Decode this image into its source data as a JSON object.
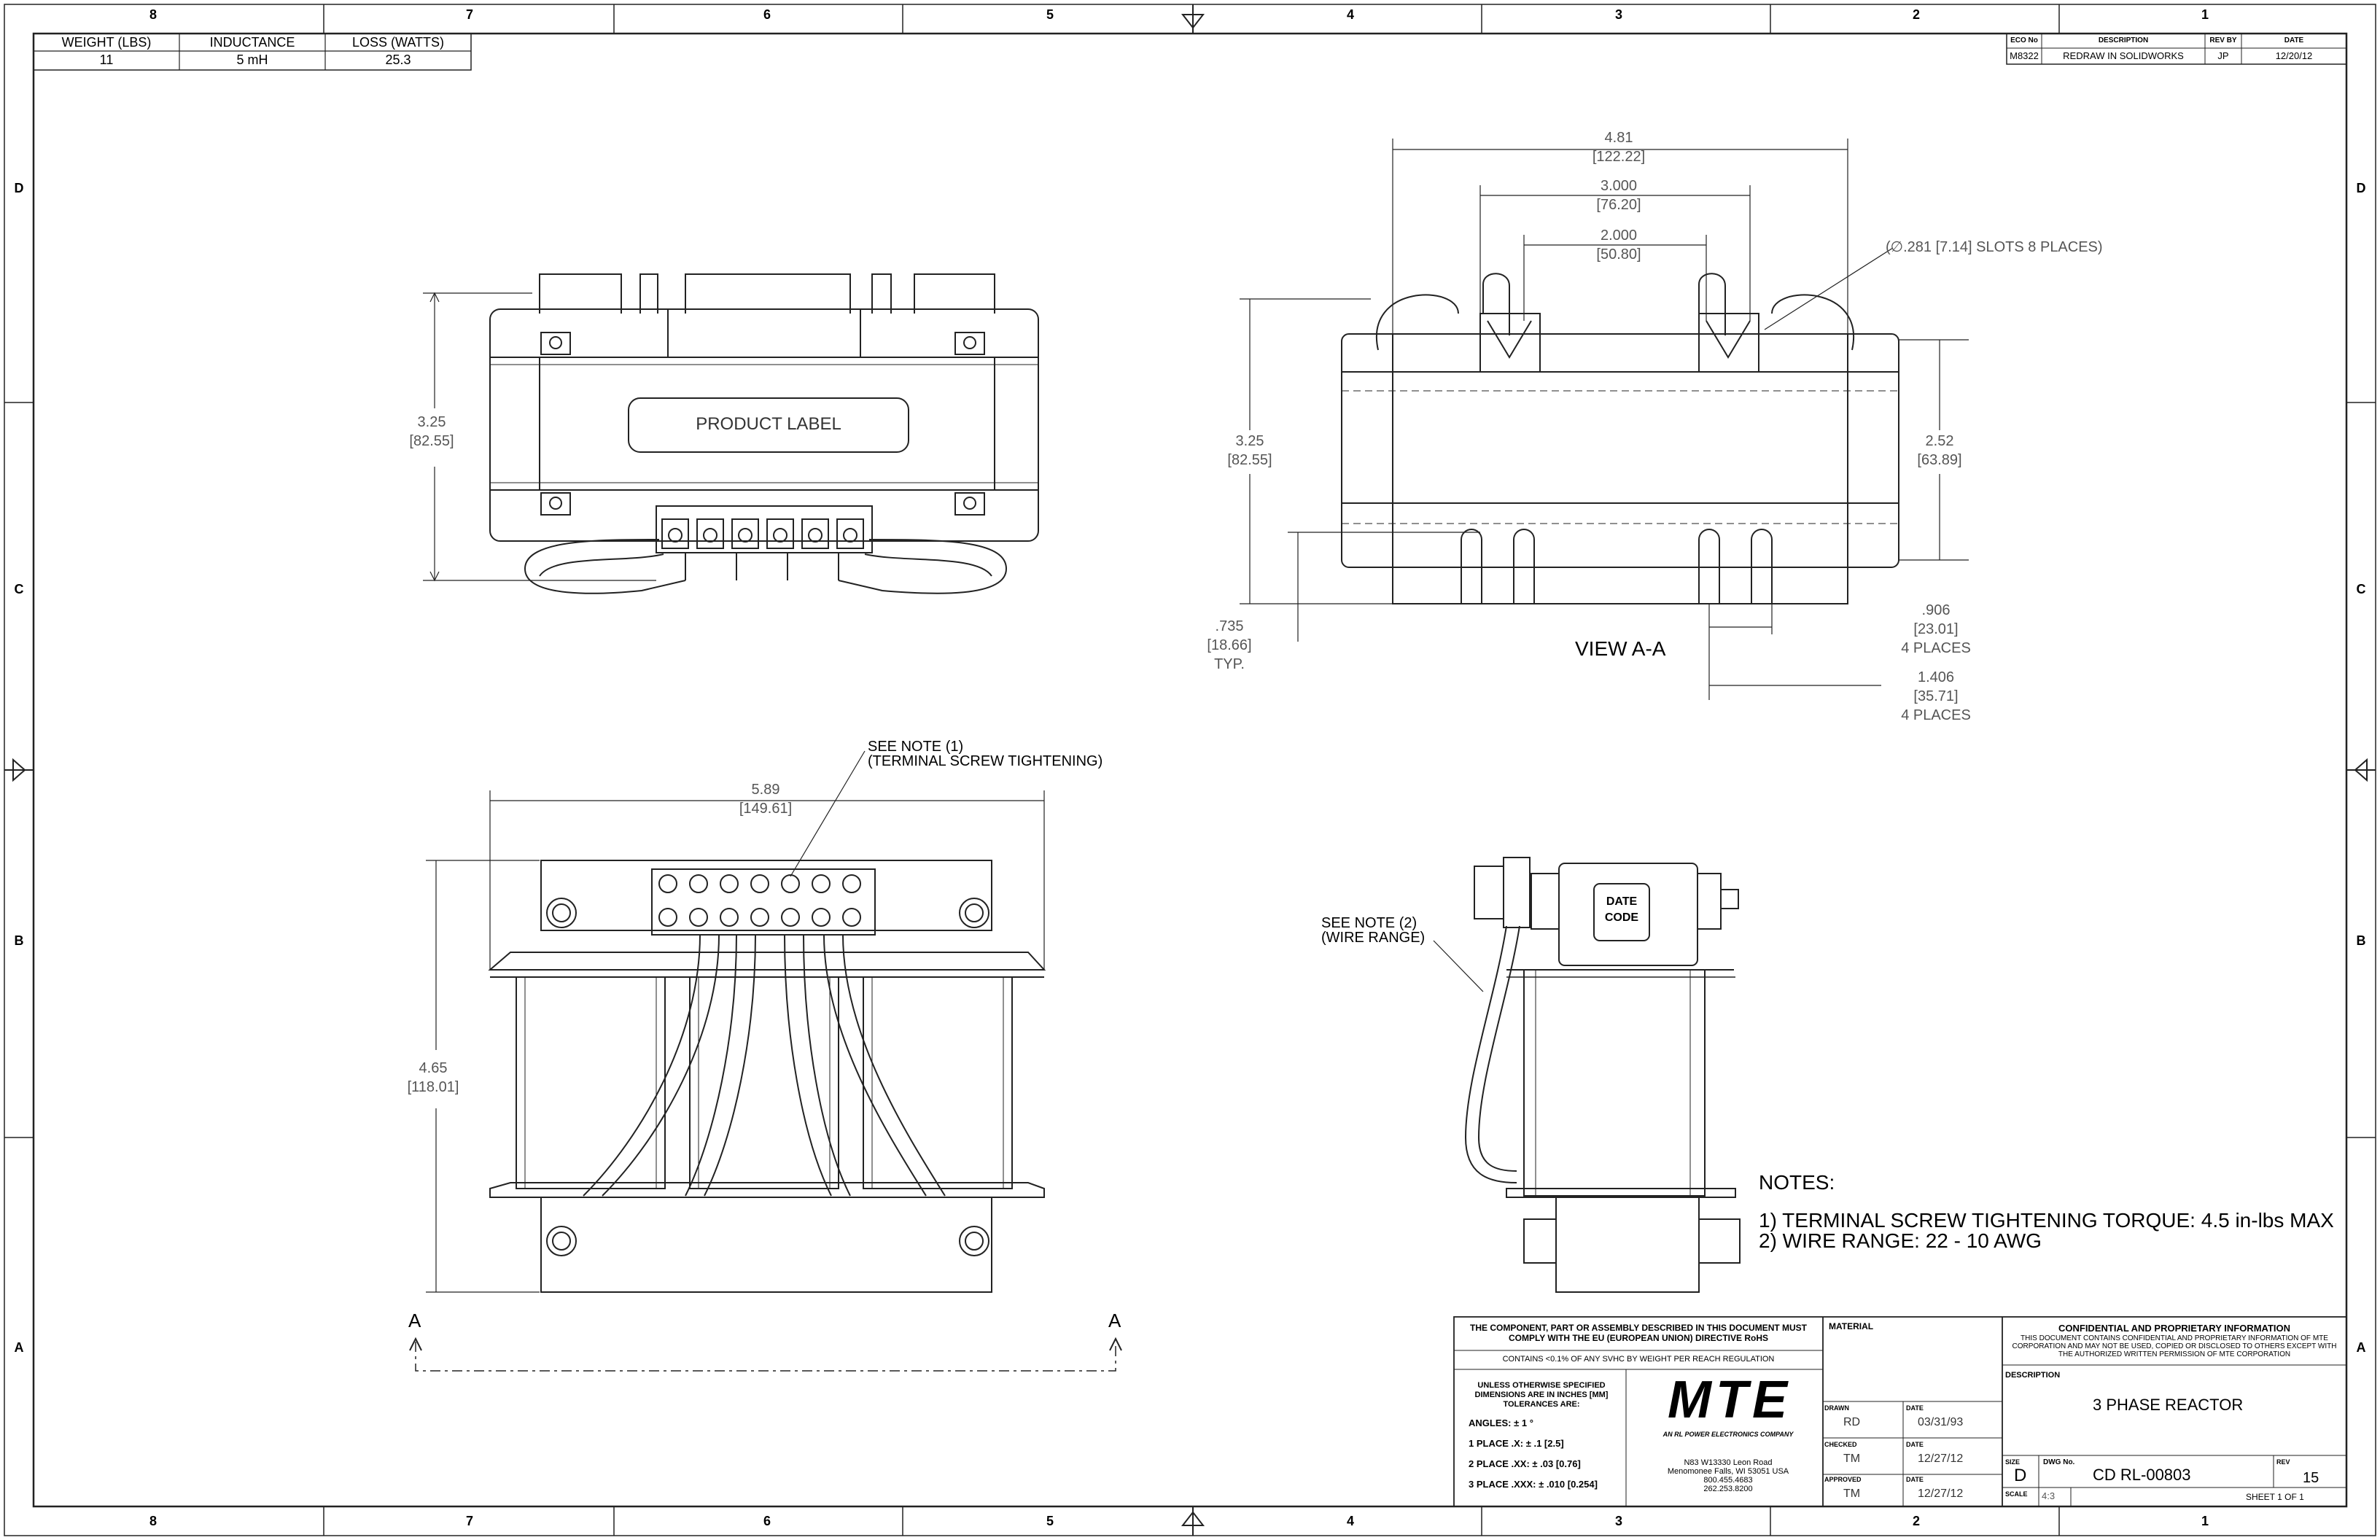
{
  "zones": {
    "columns": [
      "8",
      "7",
      "6",
      "5",
      "4",
      "3",
      "2",
      "1"
    ],
    "rows": [
      "D",
      "C",
      "B",
      "A"
    ]
  },
  "specs_table": {
    "headers": [
      "WEIGHT (LBS)",
      "INDUCTANCE",
      "LOSS (WATTS)"
    ],
    "values": [
      "11",
      "5 mH",
      "25.3"
    ]
  },
  "revision_table": {
    "headers": [
      "ECO No",
      "DESCRIPTION",
      "REV BY",
      "DATE"
    ],
    "row": [
      "M8322",
      "REDRAW IN SOLIDWORKS",
      "JP",
      "12/20/12"
    ]
  },
  "front_view": {
    "product_label": "PRODUCT LABEL",
    "height_dim": [
      "3.25",
      "[82.55]"
    ]
  },
  "view_aa": {
    "caption": "VIEW A-A",
    "dim_overall": [
      "4.81",
      "[122.22]"
    ],
    "dim_3000": [
      "3.000",
      "[76.20]"
    ],
    "dim_2000": [
      "2.000",
      "[50.80]"
    ],
    "slots_note": "(∅.281 [7.14] SLOTS 8 PLACES)",
    "dim_height": [
      "3.25",
      "[82.55]"
    ],
    "dim_252": [
      "2.52",
      "[63.89]"
    ],
    "dim_735": [
      ".735",
      "[18.66]",
      "TYP."
    ],
    "dim_906": [
      ".906",
      "[23.01]",
      "4 PLACES"
    ],
    "dim_1406": [
      "1.406",
      "[35.71]",
      "4 PLACES"
    ]
  },
  "top_view": {
    "note1": "SEE NOTE (1)",
    "note1_sub": "(TERMINAL SCREW TIGHTENING)",
    "dim_width": [
      "5.89",
      "[149.61]"
    ],
    "dim_height": [
      "4.65",
      "[118.01]"
    ],
    "section_a_left": "A",
    "section_a_right": "A"
  },
  "side_view": {
    "date_code_1": "DATE",
    "date_code_2": "CODE",
    "note2": "SEE NOTE (2)",
    "note2_sub": "(WIRE RANGE)"
  },
  "notes": {
    "title": "NOTES:",
    "items": [
      "1)  TERMINAL SCREW TIGHTENING TORQUE:  4.5 in-lbs MAX",
      "2)  WIRE RANGE:  22 - 10 AWG"
    ]
  },
  "title_block": {
    "compliance": "THE COMPONENT, PART OR ASSEMBLY DESCRIBED IN THIS DOCUMENT MUST COMPLY WITH THE EU (EUROPEAN UNION) DIRECTIVE RoHS",
    "reach": "CONTAINS <0.1% OF ANY SVHC BY WEIGHT PER REACH REGULATION",
    "tolerances_head": "UNLESS OTHERWISE SPECIFIED DIMENSIONS ARE IN INCHES [MM] TOLERANCES ARE:",
    "angles": "ANGLES: ± 1 °",
    "place1": "1 PLACE .X:  ± .1 [2.5]",
    "place2": "2 PLACE .XX:  ± .03 [0.76]",
    "place3": "3 PLACE .XXX:  ± .010 [0.254]",
    "logo": "MTE",
    "logo_sub": "AN RL POWER ELECTRONICS COMPANY",
    "address": [
      "N83 W13330 Leon Road",
      "Menomonee Falls, WI 53051 USA",
      "800.455.4683",
      "262.253.8200"
    ],
    "material_label": "MATERIAL",
    "drawn_label": "DRAWN",
    "drawn_by": "RD",
    "drawn_date_label": "DATE",
    "drawn_date": "03/31/93",
    "checked_label": "CHECKED",
    "checked_by": "TM",
    "checked_date_label": "DATE",
    "checked_date": "12/27/12",
    "approved_label": "APPROVED",
    "approved_by": "TM",
    "approved_date_label": "DATE",
    "approved_date": "12/27/12",
    "confidential_title": "CONFIDENTIAL AND PROPRIETARY INFORMATION",
    "confidential_text": "THIS DOCUMENT CONTAINS CONFIDENTIAL AND PROPRIETARY INFORMATION OF MTE CORPORATION AND MAY NOT BE USED, COPIED OR DISCLOSED TO OTHERS EXCEPT WITH THE AUTHORIZED WRITTEN PERMISSION OF MTE CORPORATION",
    "description_label": "DESCRIPTION",
    "description": "3 PHASE REACTOR",
    "size_label": "SIZE",
    "size": "D",
    "dwg_label": "DWG No.",
    "dwg_no": "CD RL-00803",
    "rev_label": "REV",
    "rev": "15",
    "scale_label": "SCALE",
    "scale": "4:3",
    "sheet": "SHEET 1  OF 1"
  }
}
